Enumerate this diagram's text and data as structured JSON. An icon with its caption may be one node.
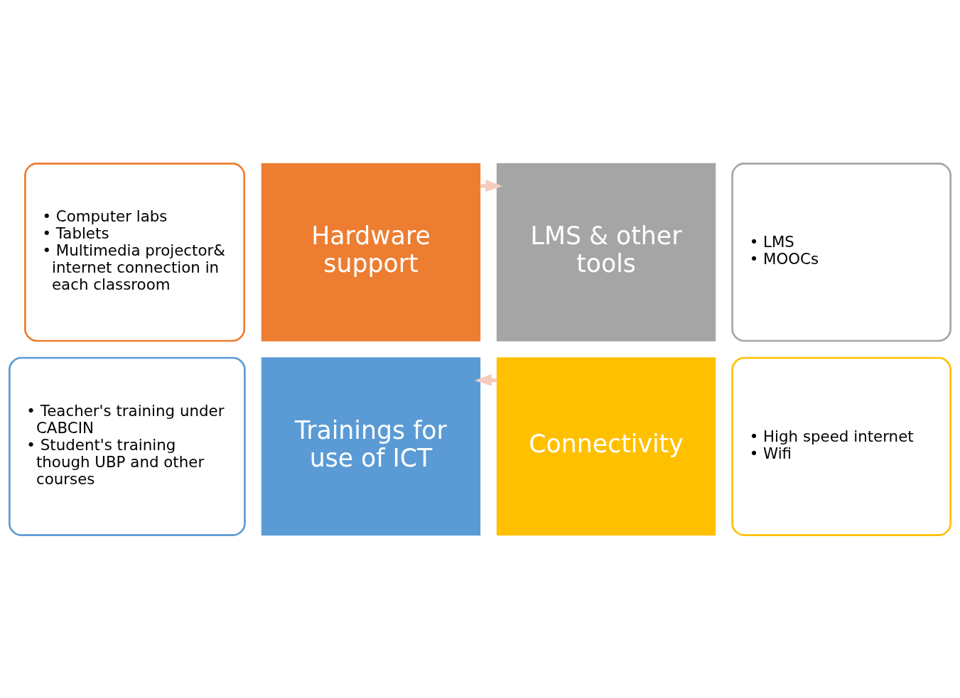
{
  "diagram": {
    "nodes": [
      {
        "text": [
          "• Computer labs",
          "• Tablets",
          "• Multimedia projector& internet connection in each classroom"
        ]
      },
      {
        "text": [
          "• LMS",
          "• MOOCs"
        ]
      },
      {
        "text": [
          "Hardware support"
        ]
      },
      {
        "text": [
          "LMS & other tools"
        ]
      },
      {
        "text": [
          "Trainings for use of ICT"
        ]
      },
      {
        "text": [
          "Connectivity"
        ]
      },
      {
        "text": [
          "• Teacher's training under CABCIN",
          "• Student's training though UBP and other courses"
        ]
      },
      {
        "text": [
          "• High speed internet",
          "• Wifi"
        ]
      }
    ],
    "edges": [
      {
        "from": 2,
        "to": 3,
        "arrow": "to"
      },
      {
        "from": 5,
        "to": 4,
        "arrow": "to"
      }
    ]
  }
}
